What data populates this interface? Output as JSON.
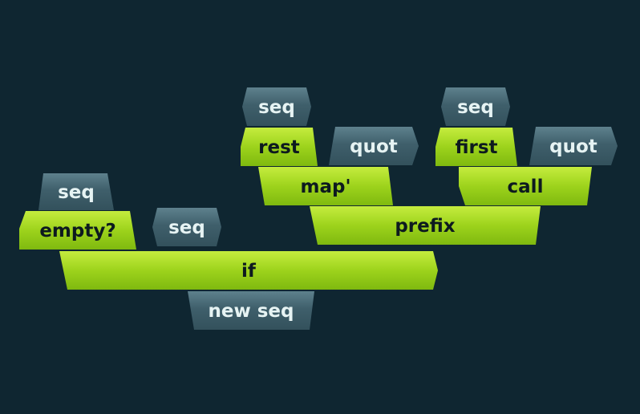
{
  "blocks": [
    {
      "id": "seq-top-left",
      "label": "seq",
      "kind": "value"
    },
    {
      "id": "empty",
      "label": "empty?",
      "kind": "word"
    },
    {
      "id": "seq-mid",
      "label": "seq",
      "kind": "value"
    },
    {
      "id": "if",
      "label": "if",
      "kind": "word"
    },
    {
      "id": "new-seq",
      "label": "new seq",
      "kind": "value"
    },
    {
      "id": "seq-rest-input",
      "label": "seq",
      "kind": "value"
    },
    {
      "id": "rest",
      "label": "rest",
      "kind": "word"
    },
    {
      "id": "quot-left",
      "label": "quot",
      "kind": "value"
    },
    {
      "id": "map",
      "label": "map'",
      "kind": "word"
    },
    {
      "id": "seq-first-input",
      "label": "seq",
      "kind": "value"
    },
    {
      "id": "first",
      "label": "first",
      "kind": "word"
    },
    {
      "id": "quot-right",
      "label": "quot",
      "kind": "value"
    },
    {
      "id": "call",
      "label": "call",
      "kind": "word"
    },
    {
      "id": "prefix",
      "label": "prefix",
      "kind": "word"
    }
  ],
  "colors": {
    "background": "#0f2631",
    "value_block": "#3f5f6b",
    "word_block": "#9dd31c",
    "value_text": "#e6f3f3",
    "word_text": "#0d1a1f"
  }
}
